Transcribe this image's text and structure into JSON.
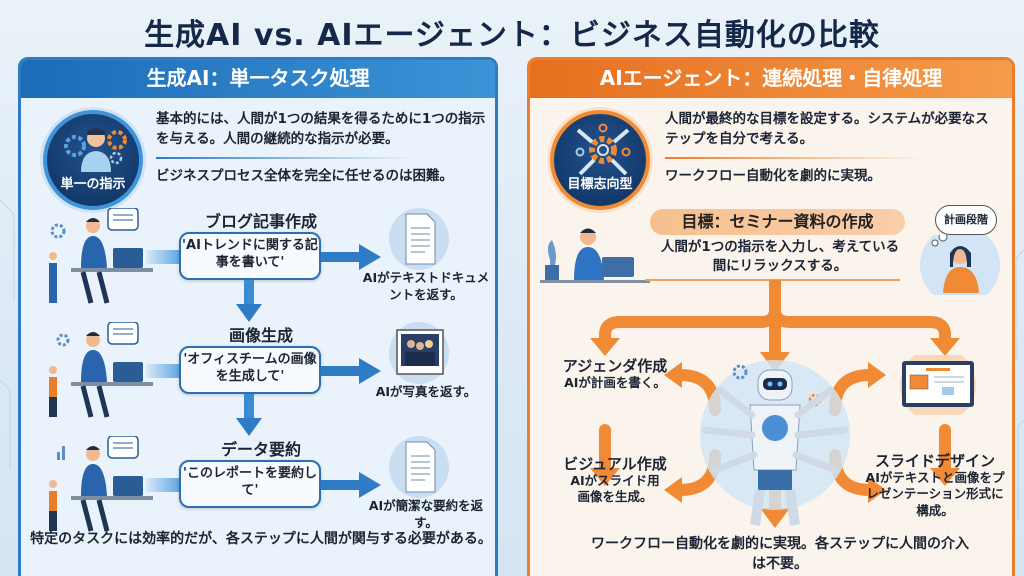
{
  "title": "生成AI vs. AIエージェント：ビジネス自動化の比較",
  "left_panel": {
    "header": "生成AI：単一タスク処理",
    "badge_label": "単一の指示",
    "intro_line1": "基本的には、人間が1つの結果を得るために1つの指示を与える。人間の継続的な指示が必要。",
    "intro_line2": "ビジネスプロセス全体を完全に任せるのは困難。",
    "rows": [
      {
        "title": "ブログ記事作成",
        "prompt": "'AIトレンドに関する記事を書いて'",
        "result": "AIがテキストドキュメントを返す。",
        "result_icon": "document-icon"
      },
      {
        "title": "画像生成",
        "prompt": "'オフィスチームの画像を生成して'",
        "result": "AIが写真を返す。",
        "result_icon": "photo-icon"
      },
      {
        "title": "データ要約",
        "prompt": "'このレポートを要約して'",
        "result": "AIが簡潔な要約を返す。",
        "result_icon": "document-icon"
      }
    ],
    "footer": "特定のタスクには効率的だが、各ステップに人間が関与する必要がある。",
    "accent": "#2d7bc4"
  },
  "right_panel": {
    "header": "AIエージェント：連続処理・自律処理",
    "badge_label": "目標志向型",
    "intro_line1": "人間が最終的な目標を設定する。システムが必要なステップを自分で考える。",
    "intro_line2": "ワークフロー自動化を劇的に実現。",
    "goal": "目標：セミナー資料の作成",
    "goal_desc": "人間が1つの指示を入力し、考えている間にリラックスする。",
    "thought_bubble": "計画段階",
    "steps": [
      {
        "title": "アジェンダ作成",
        "desc": "AIが計画を書く。"
      },
      {
        "title": "ビジュアル作成",
        "desc": "AIがスライド用画像を生成。"
      },
      {
        "title": "スライドデザイン",
        "desc": "AIがテキストと画像をプレゼンテーション形式に構成。"
      }
    ],
    "footer": "ワークフロー自動化を劇的に実現。各ステップに人間の介入は不要。",
    "accent": "#ea7e2c"
  }
}
